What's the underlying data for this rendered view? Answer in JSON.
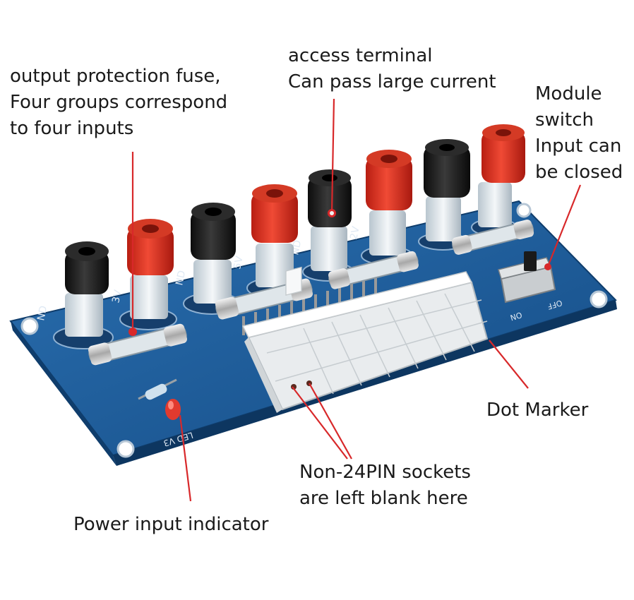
{
  "labels": {
    "fuse": [
      "output protection fuse,",
      "Four groups correspond",
      "to four inputs"
    ],
    "access": [
      "access terminal",
      "Can pass large current"
    ],
    "switch": [
      "Module",
      "switch",
      "Input can",
      "be closed"
    ],
    "dot": [
      "Dot Marker"
    ],
    "sockets": [
      "Non-24PIN sockets",
      "are left blank here"
    ],
    "led": [
      "Power input indicator"
    ]
  },
  "silkscreen": {
    "gnd_left": "ND",
    "v33": "3V",
    "gnd_mid": "ND",
    "v5": "5V",
    "gnd_c": "ND",
    "v12": "2V",
    "led": "LED V3",
    "on": "ON",
    "off": "OFF"
  },
  "colors": {
    "board": "#1d5b9a",
    "post_red": "#e0301f",
    "post_black": "#1a1a1a",
    "annotation_line": "#d8282a",
    "connector": "#f2f2f2"
  }
}
